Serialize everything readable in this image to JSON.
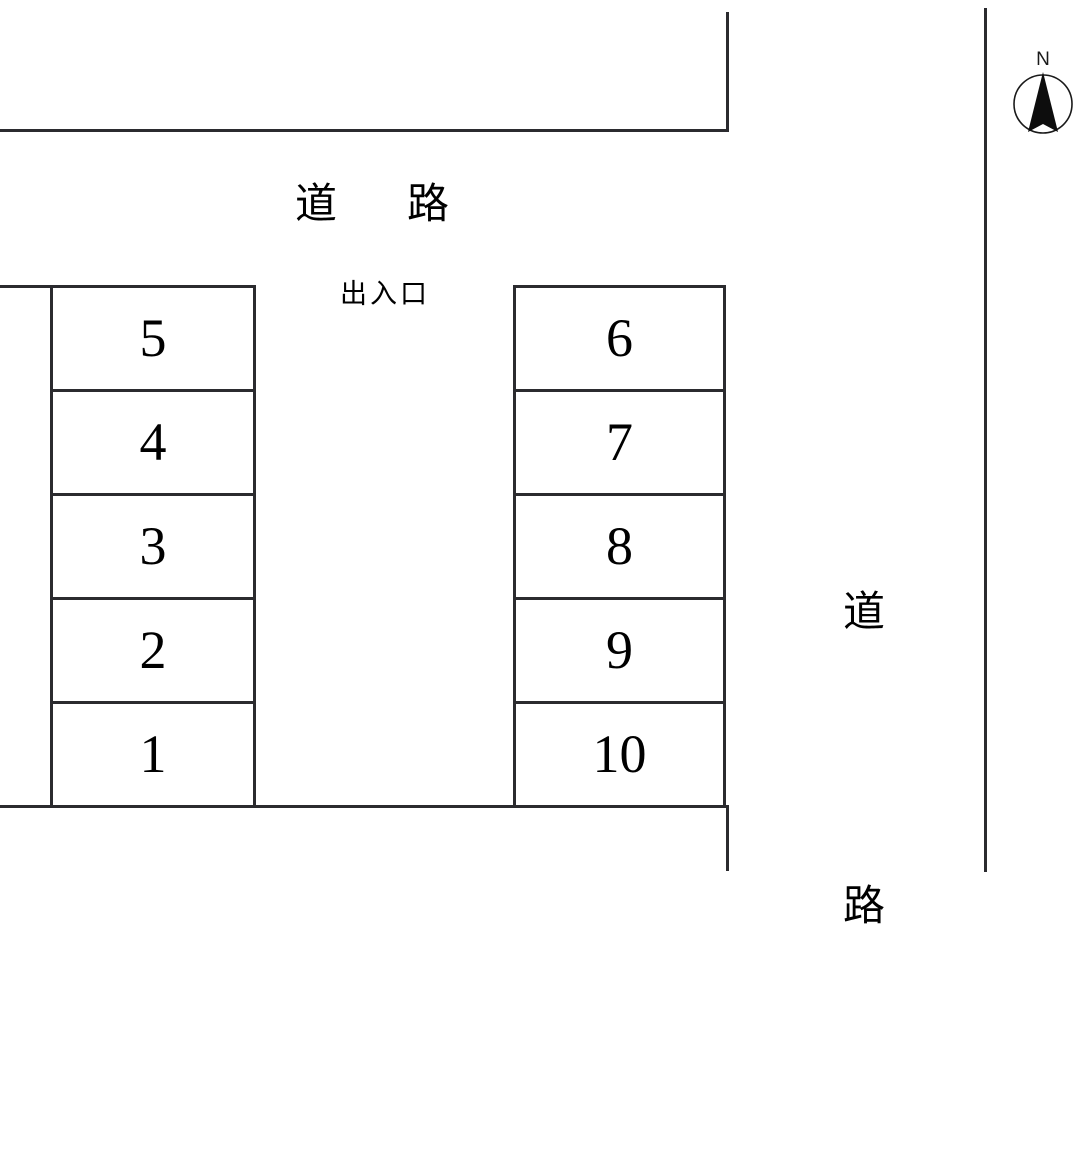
{
  "diagram": {
    "type": "parking-lot-layout",
    "labels": {
      "road_top": "道　路",
      "entrance": "出入口",
      "road_right_line1": "道",
      "road_right_line2": "路",
      "north": "N"
    },
    "blocks": [
      {
        "id": "block-left",
        "name": "left-stall-block",
        "stalls": [
          "5",
          "4",
          "3",
          "2",
          "1"
        ]
      },
      {
        "id": "block-right",
        "name": "right-stall-block",
        "stalls": [
          "6",
          "7",
          "8",
          "9",
          "10"
        ]
      }
    ],
    "colors": {
      "line": "#2b2b2f",
      "text": "#000000",
      "background": "#ffffff"
    }
  }
}
